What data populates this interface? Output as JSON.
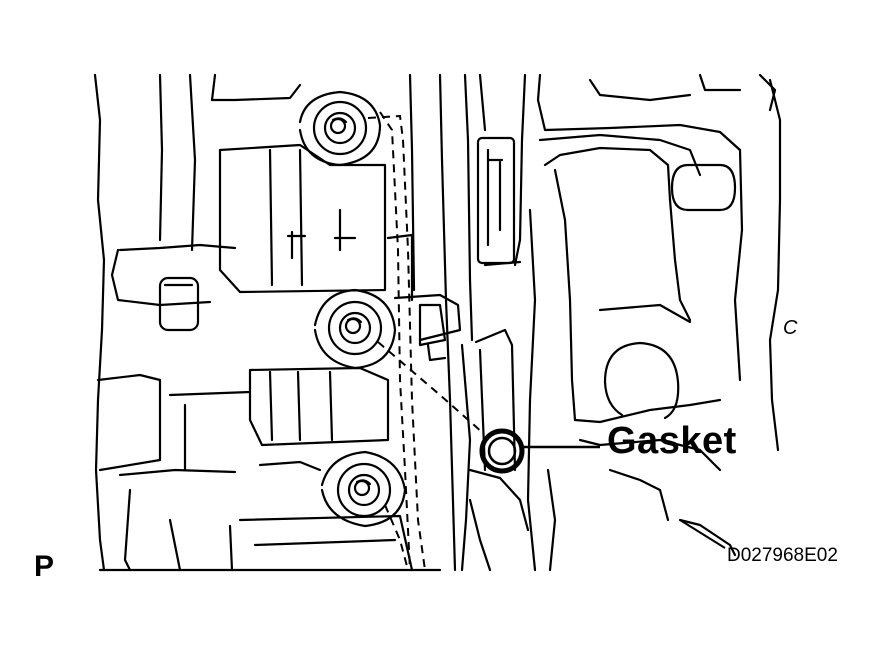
{
  "callout": {
    "label": "Gasket"
  },
  "corner_label": "P",
  "figure_code": "D027968E02",
  "side_letter": "C"
}
